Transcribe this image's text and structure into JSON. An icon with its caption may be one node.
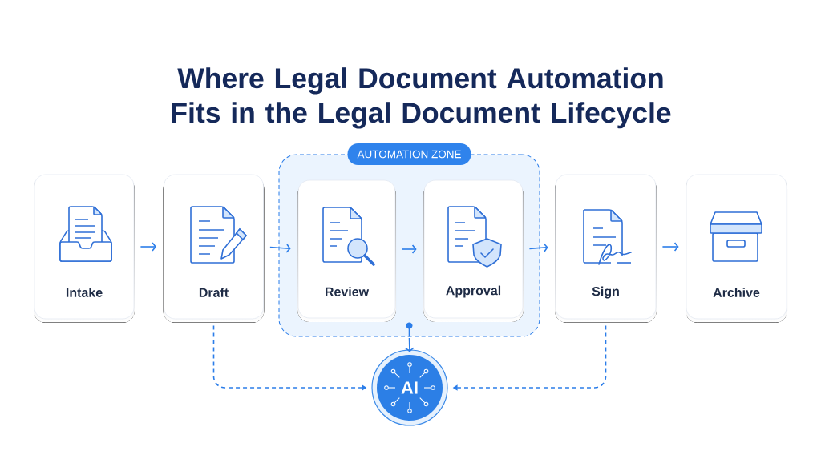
{
  "diagram": {
    "title": "Where Legal Document Automation Fits in the Legal Document Lifecycle",
    "nodes": [
      {
        "text": [
          "Intake"
        ]
      },
      {
        "text": [
          "Draft"
        ]
      },
      {
        "text": [
          "AUTOMATION ZONE"
        ]
      },
      {
        "text": [
          "Review"
        ],
        "in": 2
      },
      {
        "text": [
          "Approval"
        ],
        "in": 2
      },
      {
        "text": [
          "Sign"
        ]
      },
      {
        "text": [
          "Archive"
        ]
      },
      {
        "text": [
          "AI"
        ]
      }
    ],
    "edges": [
      {
        "from": 0,
        "to": 1,
        "arrow": "to"
      },
      {
        "from": 1,
        "to": 3,
        "arrow": "to"
      },
      {
        "from": 3,
        "to": 4,
        "arrow": "to"
      },
      {
        "from": 4,
        "to": 5,
        "arrow": "to"
      },
      {
        "from": 5,
        "to": 6,
        "arrow": "to"
      },
      {
        "from": 2,
        "to": 7,
        "arrow": "to"
      },
      {
        "from": 1,
        "to": 7,
        "arrow": "to",
        "style": "dashed"
      },
      {
        "from": 5,
        "to": 7,
        "arrow": "to",
        "style": "dashed"
      }
    ]
  }
}
